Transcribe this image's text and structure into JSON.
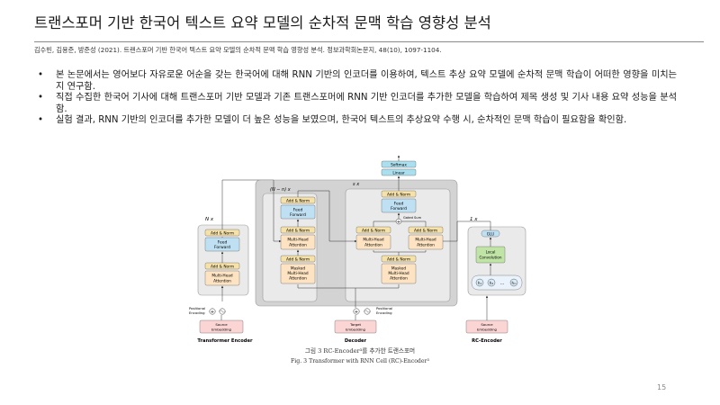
{
  "slide": {
    "title": "트랜스포머 기반 한국어 텍스트 요약 모델의 순차적 문맥 학습 영향성 분석",
    "citation": "김수빈, 김용준, 방준성 (2021). 트랜스포머 기반 한국어 텍스트 요약 모델의 순차적 문맥 학습 영향성 분석. 정보과학회논문지, 48(10), 1097-1104.",
    "bullets": [
      "본 논문에서는 영어보다 자유로운 어순을 갖는 한국어에 대해 RNN 기반의 인코더를 이용하여, 텍스트 추상 요약 모델에 순차적 문맥 학습이 어떠한 영향을 미치는지 연구함.",
      "직접 수집한 한국어 기사에 대해 트랜스포머 기반 모델과 기존 트랜스포머에 RNN 기반 인코더를 추가한 모델을 학습하여 제목 생성 및 기사 내용 요약 성능을 분석함.",
      "실험 결과, RNN 기반의 인코더를 추가한 모델이 더 높은 성능을 보였으며, 한국어 텍스트의 추상요약 수행 시, 순차적인 문맥 학습이 필요함을 확인함."
    ],
    "page_number": "15"
  },
  "figure": {
    "caption_kr": "그림 3 RC-Encoder³를 추가한 트랜스포머",
    "caption_en": "Fig. 3 Transformer with RNN Cell (RC)-Encoder³",
    "blocks": {
      "add_norm": "Add & Norm",
      "feed_forward_1": "Feed",
      "feed_forward_2": "Forward",
      "mha_1": "Multi-Head",
      "mha_2": "Attention",
      "masked_1": "Masked",
      "masked_2": "Multi-Head",
      "masked_3": "Attention",
      "softmax": "Softmax",
      "linear": "Linear",
      "gated_sum": "Gated Sum",
      "glu": "GLU",
      "local_conv_1": "Local",
      "local_conv_2": "Convolution",
      "positional_1": "Positional",
      "positional_2": "Encoding",
      "source_emb_1": "Source",
      "source_emb_2": "Embedding",
      "target_emb_1": "Target",
      "target_emb_2": "Embedding"
    },
    "repeat_labels": {
      "encoder": "N x",
      "decoder_outer": "s x",
      "decoder_inner": "(N − n) x",
      "rc": "1 x"
    },
    "rnn_cells": [
      "h₁",
      "h₂",
      "hₘ"
    ],
    "ellipsis": "…",
    "section_labels": {
      "encoder": "Transformer Encoder",
      "decoder": "Decoder",
      "rc_encoder": "RC-Encoder"
    },
    "colors": {
      "add_norm": "#f6e1a8",
      "feed_forward": "#bfe0f3",
      "attention": "#fde3c2",
      "embedding": "#fbd4d4",
      "softmax": "#aadff0",
      "local_conv": "#bfe4a6",
      "outer_panel": "#d3d3d3",
      "inner_panel": "#eaeaea"
    }
  }
}
